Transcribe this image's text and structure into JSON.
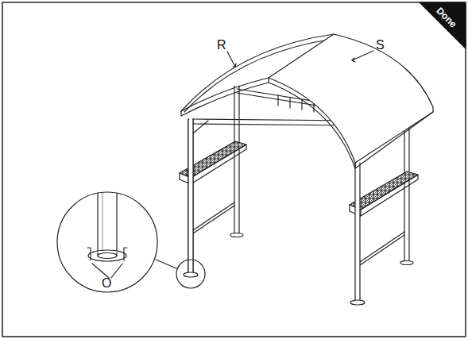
{
  "diagram": {
    "labels": [
      "Done",
      "R",
      "S",
      "O"
    ]
  }
}
